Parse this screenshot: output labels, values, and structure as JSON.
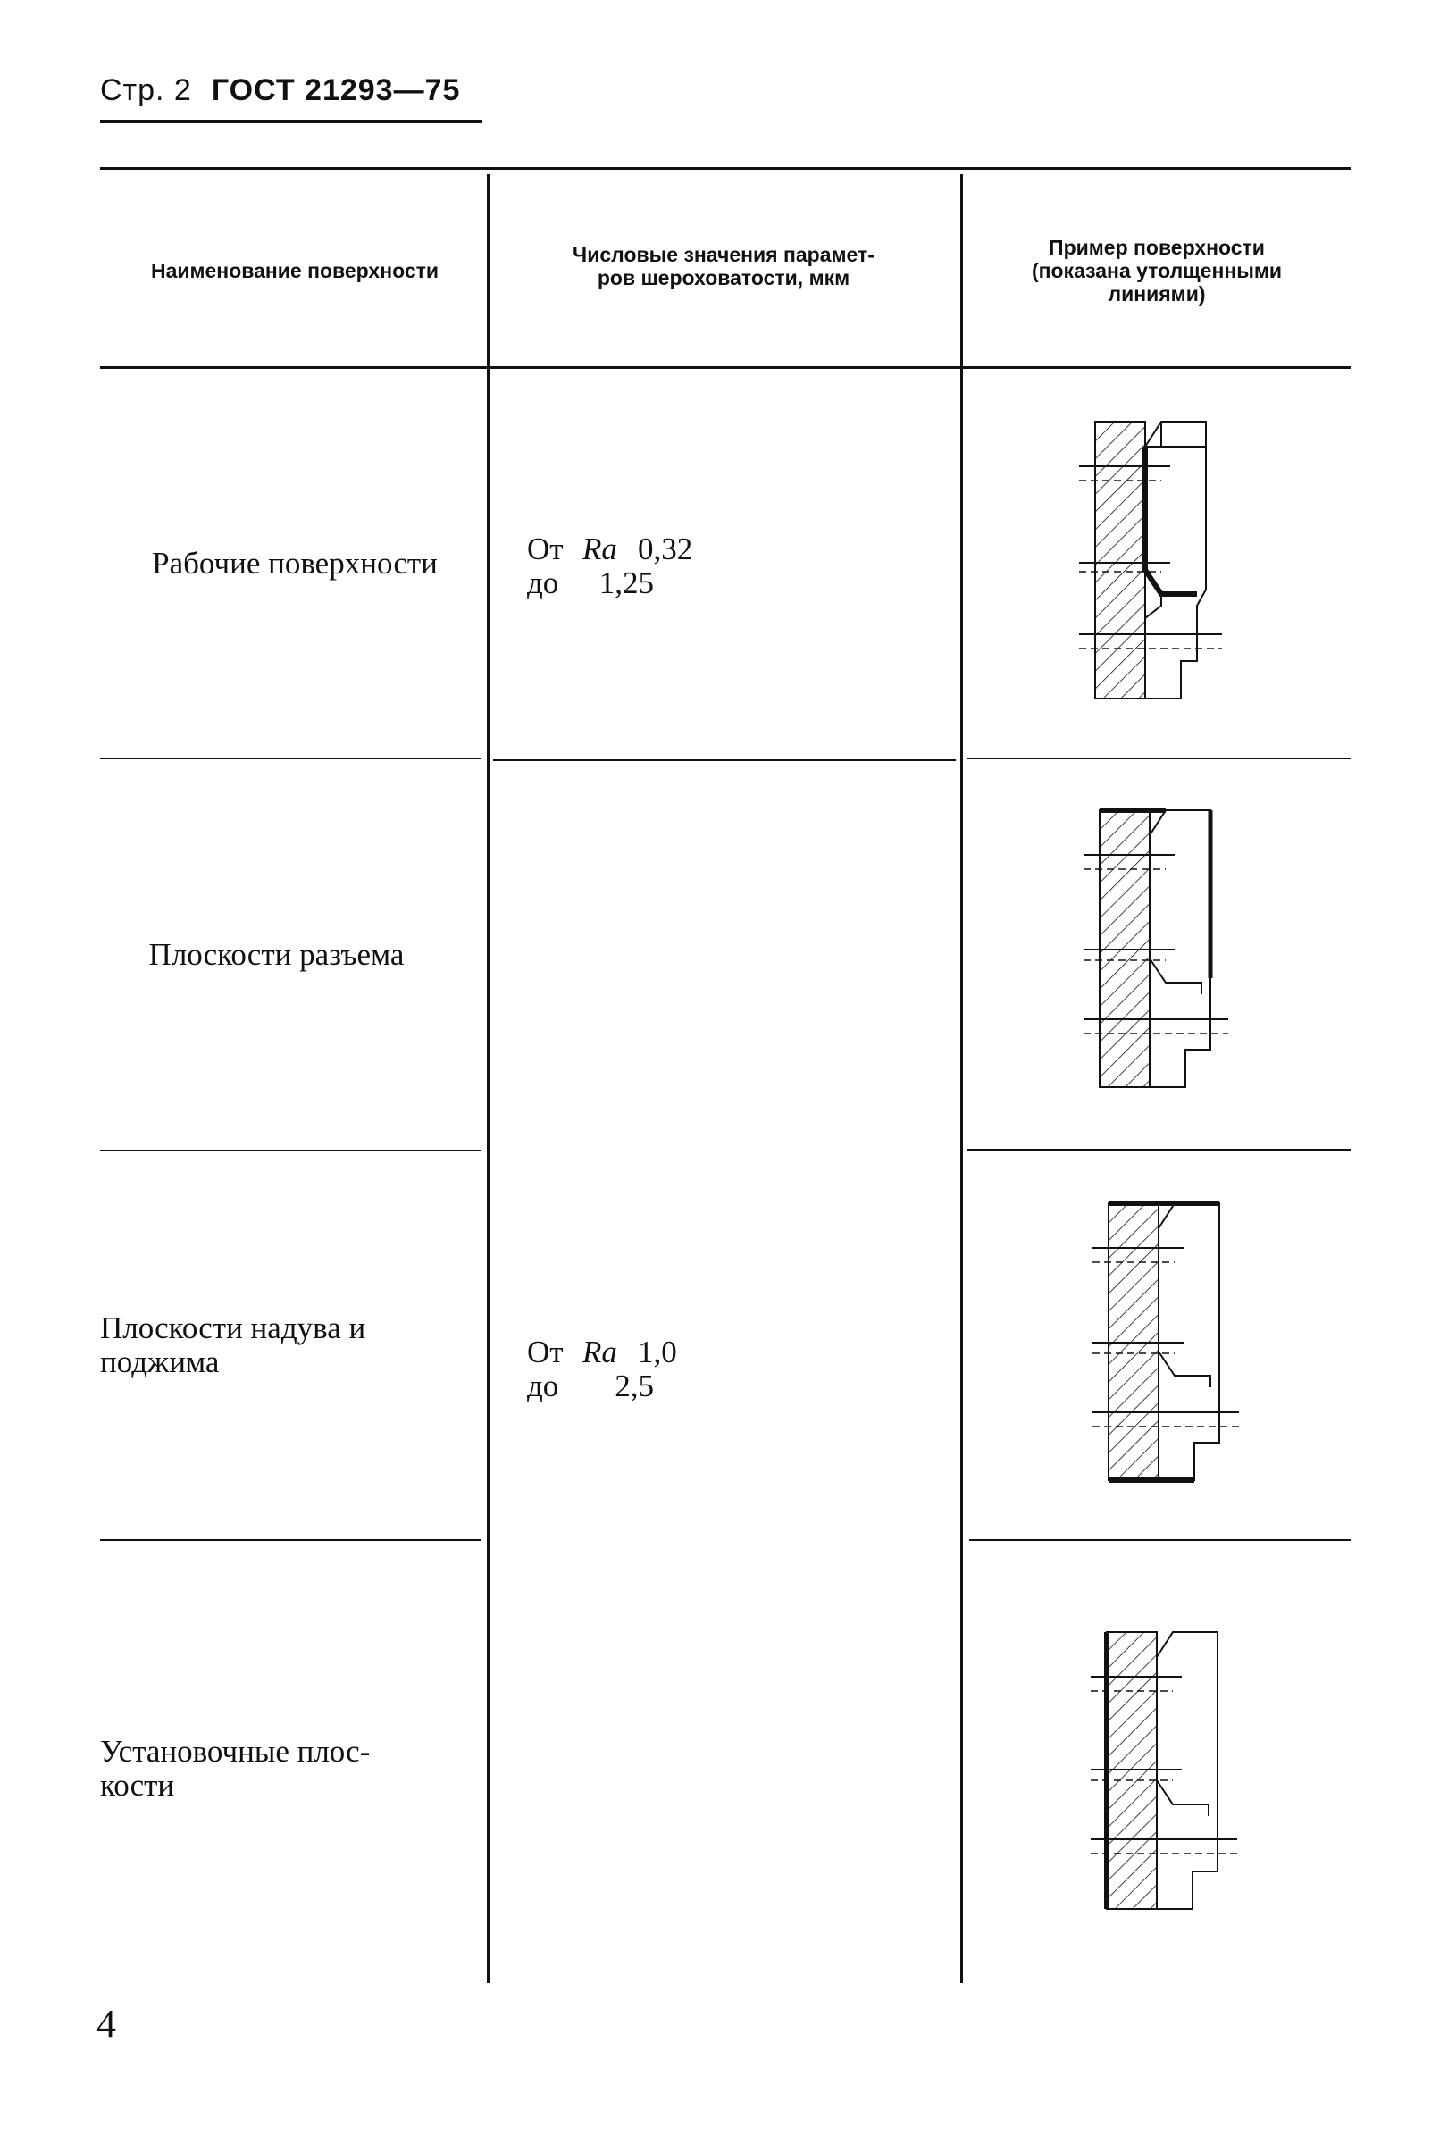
{
  "header": {
    "page_label": "Стр. 2",
    "standard": "ГОСТ 21293—75"
  },
  "table": {
    "columns": [
      "Наименование поверхности",
      "Числовые значения параметров шероховатости, мкм",
      "Пример поверхности (показана утолщенными линиями)"
    ],
    "column_lines": [
      [
        "Наименование поверхности"
      ],
      [
        "Числовые значения парамет-",
        "ров шероховатости, мкм"
      ],
      [
        "Пример поверхности",
        "(показана утолщенными",
        "линиями)"
      ]
    ],
    "rows": [
      {
        "name_lines": [
          "Рабочие поверхности"
        ],
        "drawing": "surface-working"
      },
      {
        "name_lines": [
          "Плоскости разъема"
        ],
        "drawing": "surface-parting"
      },
      {
        "name_lines": [
          "Плоскости надува и",
          "поджима"
        ],
        "drawing": "surface-blowing"
      },
      {
        "name_lines": [
          "Установочные плос-",
          "кости"
        ],
        "drawing": "surface-mounting"
      }
    ],
    "value_groups": [
      {
        "from_label": "От",
        "param": "Ra",
        "from": "0,32",
        "to_label": "до",
        "to": "1,25"
      },
      {
        "from_label": "От",
        "param": "Ra",
        "from": "1,0",
        "to_label": "до",
        "to": "2,5"
      }
    ]
  },
  "footer": {
    "page_number": "4"
  }
}
